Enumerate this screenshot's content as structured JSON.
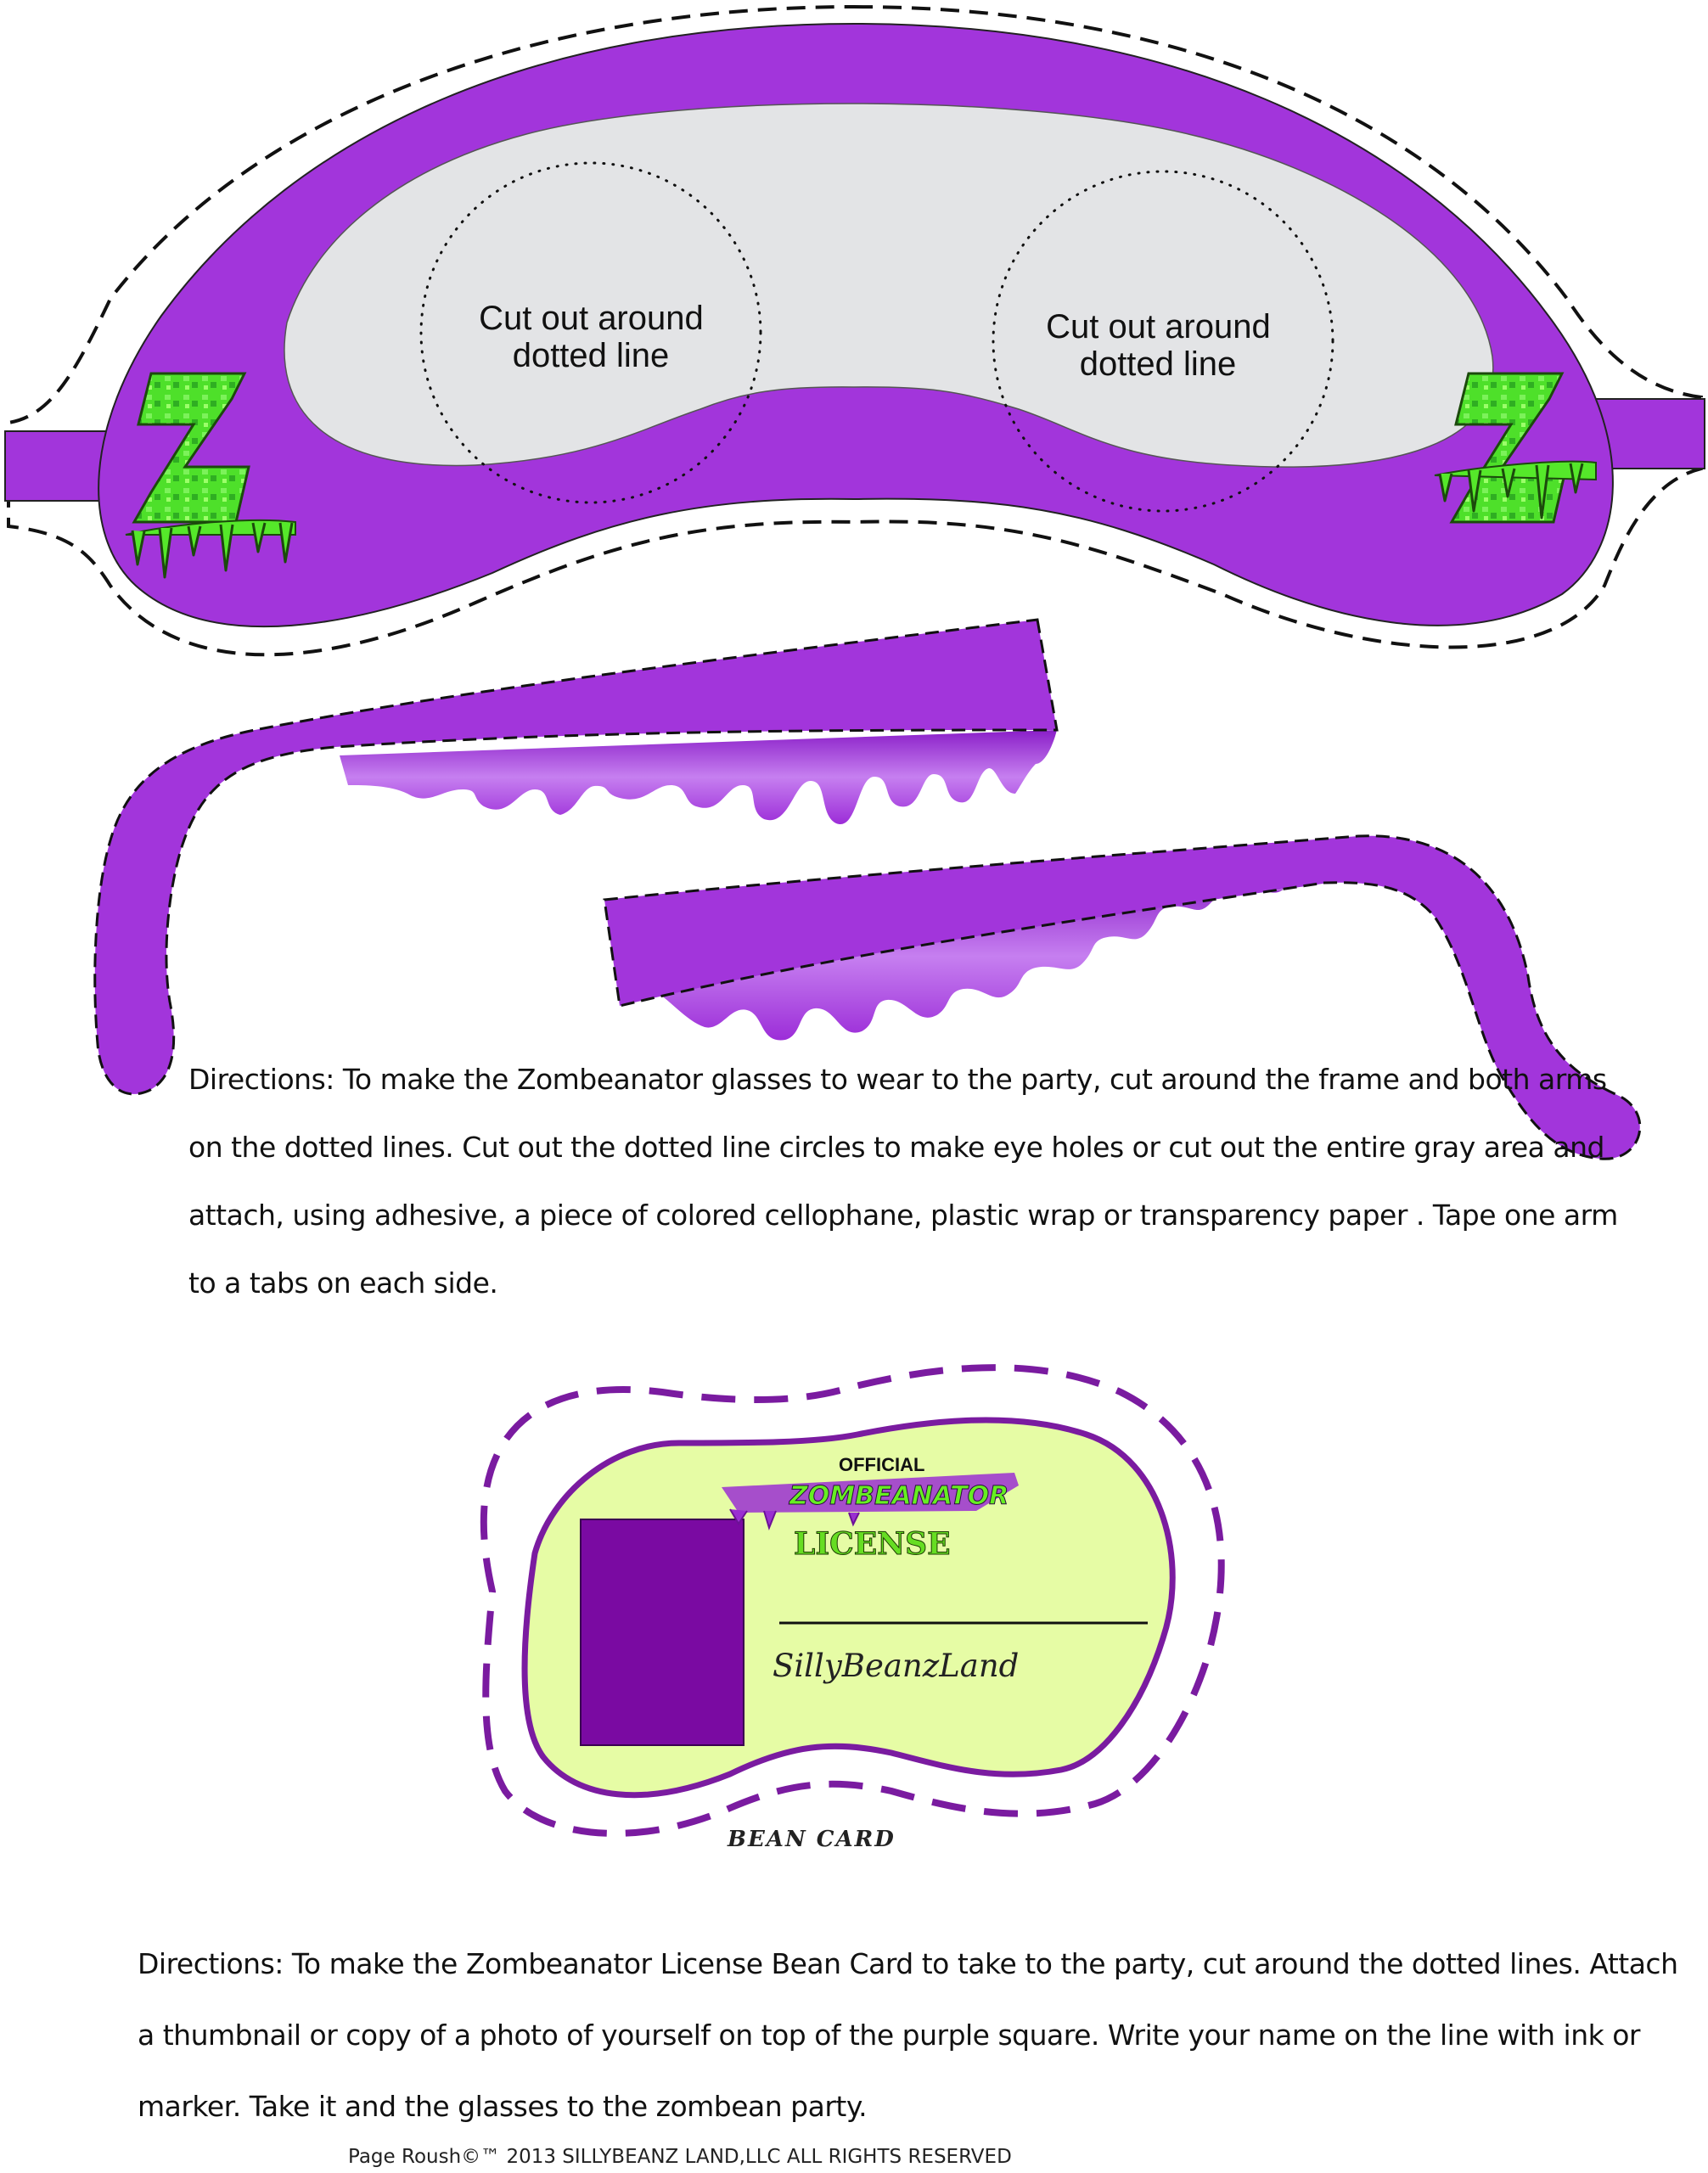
{
  "glasses": {
    "left_eye_text": [
      "Cut out around",
      "dotted line"
    ],
    "right_eye_text": [
      "Cut out around",
      "dotted line"
    ],
    "directions": "Directions: To make the Zombeanator glasses to wear to the party, cut around the frame and both arms on the dotted lines.  Cut out the dotted line circles to make eye holes or cut out the entire gray area and attach, using adhesive, a piece of colored cellophane, plastic wrap or transparency paper . Tape one arm to a tabs on each side."
  },
  "license": {
    "official": "OFFICIAL",
    "logo_text": "ZOMBEANATOR",
    "title": "LICENSE",
    "brand": "SillyBeanzLand",
    "footer_label": "BEAN CARD",
    "directions": "Directions: To make the Zombeanator License Bean Card to take to the party, cut around the dotted lines.  Attach a thumbnail or copy of a  photo of yourself on top of the purple square. Write your name on the line with ink or marker.  Take it and the glasses to the zombean party."
  },
  "footer": {
    "text": "Page Roush©™ 2013 SILLYBEANZ LAND,LLC  ALL RIGHTS RESERVED"
  },
  "colors": {
    "frame_purple": "#a235db",
    "lens_gray": "#e3e4e6",
    "slime_green": "#55e82a",
    "card_fill": "#e6fca5",
    "photo_purple": "#7a0aa2",
    "card_border": "#7a1ba0"
  }
}
